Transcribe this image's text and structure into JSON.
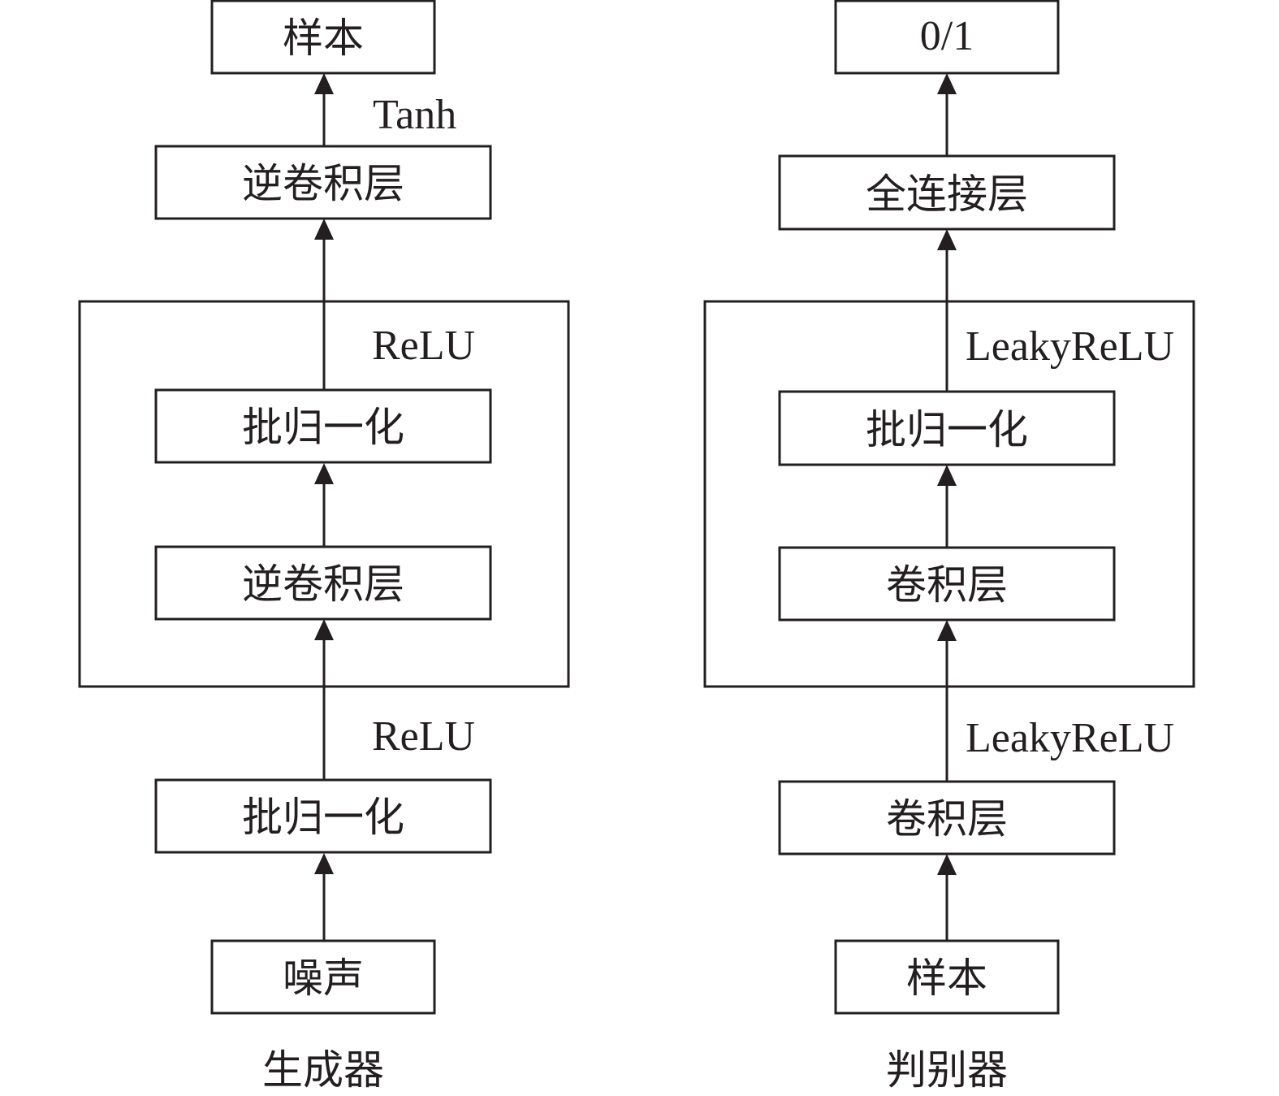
{
  "generator": {
    "output": "样本",
    "output_activation": "Tanh",
    "deconv_top": "逆卷积层",
    "block_activation": "ReLU",
    "block_batchnorm": "批归一化",
    "block_deconv": "逆卷积层",
    "bottom_activation": "ReLU",
    "bottom_batchnorm": "批归一化",
    "input": "噪声",
    "caption": "生成器"
  },
  "discriminator": {
    "output": "0/1",
    "fc": "全连接层",
    "block_activation": "LeakyReLU",
    "block_batchnorm": "批归一化",
    "block_conv": "卷积层",
    "bottom_activation": "LeakyReLU",
    "bottom_conv": "卷积层",
    "input": "样本",
    "caption": "判别器"
  },
  "colors": {
    "stroke": "#231f20",
    "background": "#ffffff"
  }
}
